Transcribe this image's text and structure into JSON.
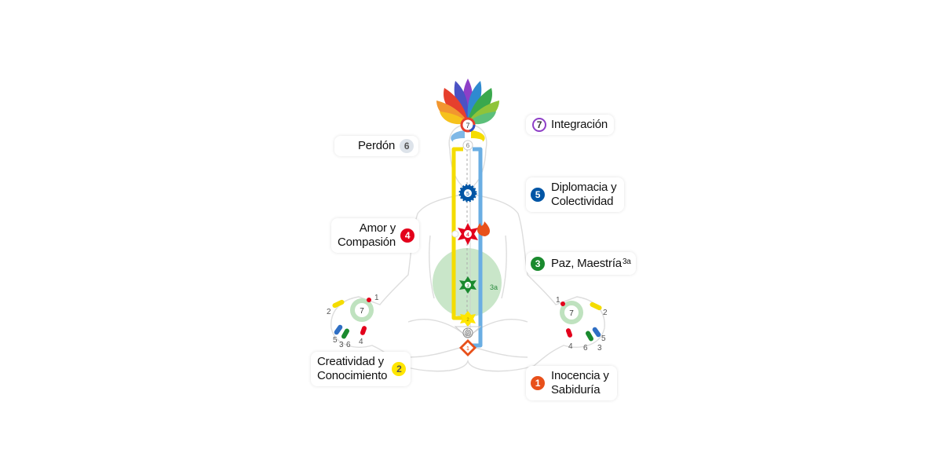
{
  "colors": {
    "c1": "#e8501a",
    "c2": "#ffe600",
    "c3": "#1a8a2e",
    "c4": "#e3001b",
    "c5": "#0055a5",
    "c6": "#dde3ea",
    "left_channel": "#f4dc00",
    "right_channel": "#6aaee3",
    "void": "#bfe2bf"
  },
  "chakras": {
    "integracion": {
      "num": "7",
      "label": "Integración"
    },
    "perdon": {
      "num": "6",
      "label": "Perdón"
    },
    "diplomacia": {
      "num": "5",
      "label": "Diplomacia y\nColectividad"
    },
    "amor": {
      "num": "4",
      "label": "Amor y\nCompasión"
    },
    "paz": {
      "num": "3",
      "label": "Paz, Maestría",
      "sub": "3a"
    },
    "creatividad": {
      "num": "2",
      "label": "Creatividad y\nConocimiento"
    },
    "inocencia": {
      "num": "1",
      "label": "Inocencia y\nSabiduría"
    }
  },
  "figure": {
    "void_label": "3a",
    "left_hand": {
      "center": "7",
      "fingers": [
        "1",
        "2",
        "3",
        "4",
        "5",
        "6"
      ]
    },
    "right_hand": {
      "center": "7",
      "fingers": [
        "1",
        "2",
        "3",
        "4",
        "5",
        "6"
      ]
    },
    "spine_nums": [
      "1",
      "2",
      "3",
      "4",
      "5",
      "6",
      "7"
    ]
  }
}
